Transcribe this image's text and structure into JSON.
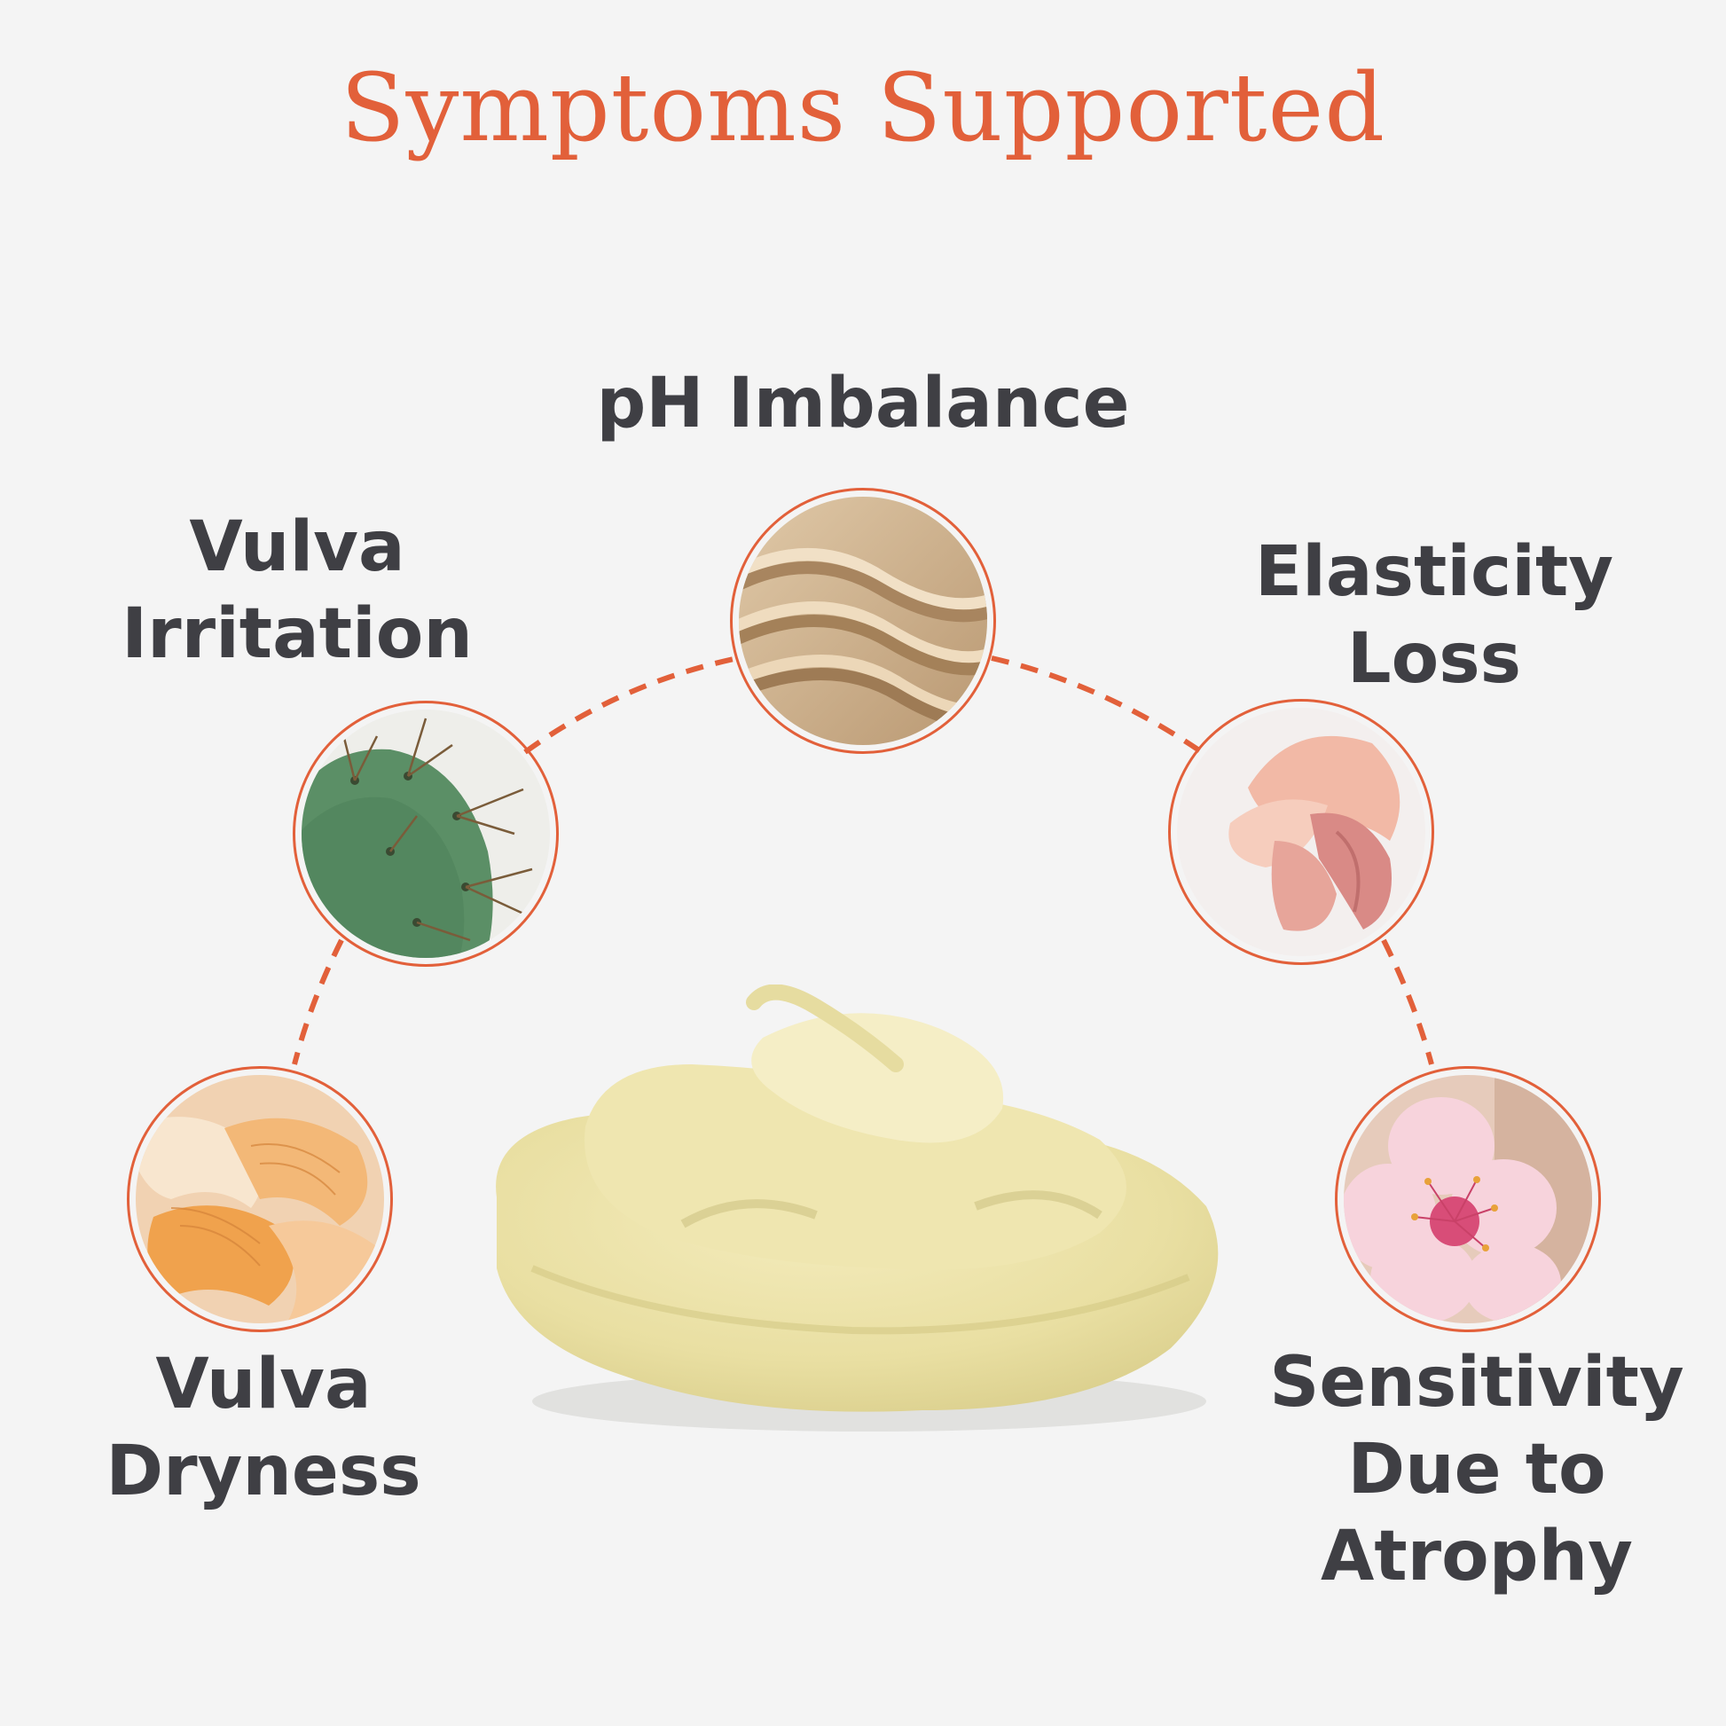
{
  "header": {
    "title": "Symptoms Supported"
  },
  "symptoms": [
    {
      "label": "pH Imbalance",
      "icon": "sand-ripples-icon"
    },
    {
      "label": "Vulva\nIrritation",
      "icon": "cactus-icon"
    },
    {
      "label": "Elasticity\nLoss",
      "icon": "peony-flower-icon"
    },
    {
      "label": "Vulva\nDryness",
      "icon": "coral-mushroom-icon"
    },
    {
      "label": "Sensitivity\nDue to\nAtrophy",
      "icon": "cherry-blossom-icon"
    }
  ],
  "colors": {
    "accent": "#e2603a",
    "text": "#3f3f44",
    "background": "#f4f4f4",
    "cream": "#ece3a9"
  }
}
